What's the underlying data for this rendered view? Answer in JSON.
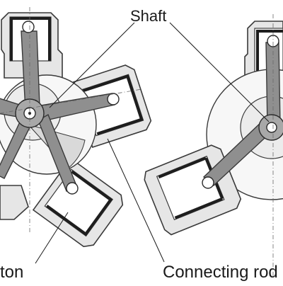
{
  "labels": {
    "shaft": "Shaft",
    "piston": "ton",
    "connecting_rod": "Connecting rod"
  },
  "colors": {
    "housing_fill": "#e6e6e6",
    "rod_fill": "#8f8f8f",
    "liner": "#1e1e1e",
    "outline": "#3a3a3a"
  }
}
